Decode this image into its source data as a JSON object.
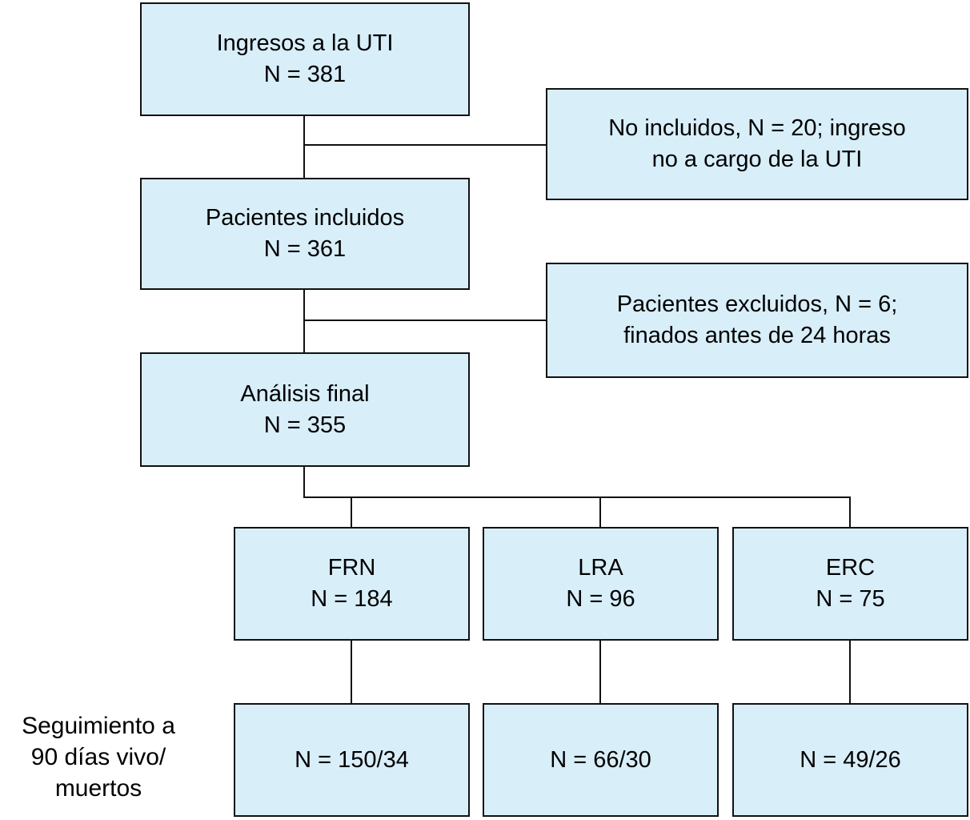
{
  "colors": {
    "box_fill": "#d8eef9",
    "box_border": "#111111",
    "line_color": "#111111",
    "text_color": "#000000",
    "background": "#ffffff"
  },
  "nodes": {
    "ingresos": {
      "line1": "Ingresos a la UTI",
      "line2": "N = 381"
    },
    "no_incluidos": {
      "line1": "No incluidos, N = 20; ingreso",
      "line2": "no a cargo de la UTI"
    },
    "incluidos": {
      "line1": "Pacientes incluidos",
      "line2": "N = 361"
    },
    "excluidos": {
      "line1": "Pacientes excluidos, N = 6;",
      "line2": "finados antes de 24 horas"
    },
    "analisis": {
      "line1": "Análisis final",
      "line2": "N = 355"
    },
    "frn": {
      "line1": "FRN",
      "line2": "N = 184"
    },
    "lra": {
      "line1": "LRA",
      "line2": "N = 96"
    },
    "erc": {
      "line1": "ERC",
      "line2": "N = 75"
    },
    "frn_seguimiento": {
      "line1": "N = 150/34"
    },
    "lra_seguimiento": {
      "line1": "N = 66/30"
    },
    "erc_seguimiento": {
      "line1": "N = 49/26"
    }
  },
  "side_label": {
    "line1": "Seguimiento a",
    "line2": "90 días vivo/",
    "line3": "muertos"
  }
}
